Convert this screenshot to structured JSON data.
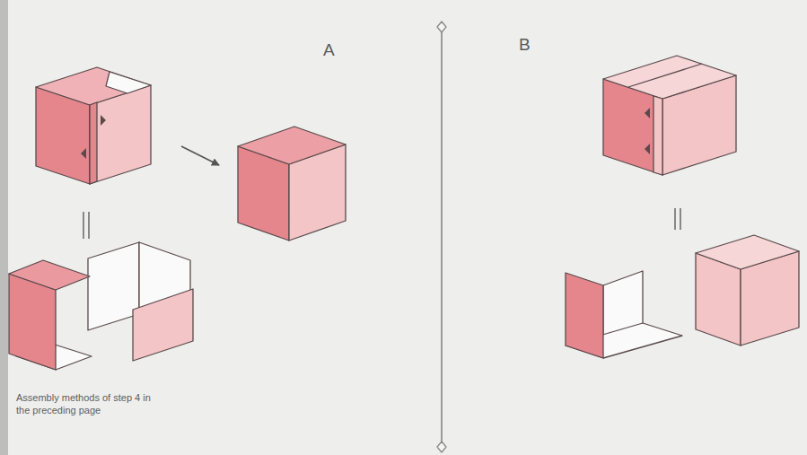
{
  "diagram": {
    "caption": "Assembly methods of step 4 in the preceding page",
    "labels": [
      "A",
      "B"
    ]
  }
}
